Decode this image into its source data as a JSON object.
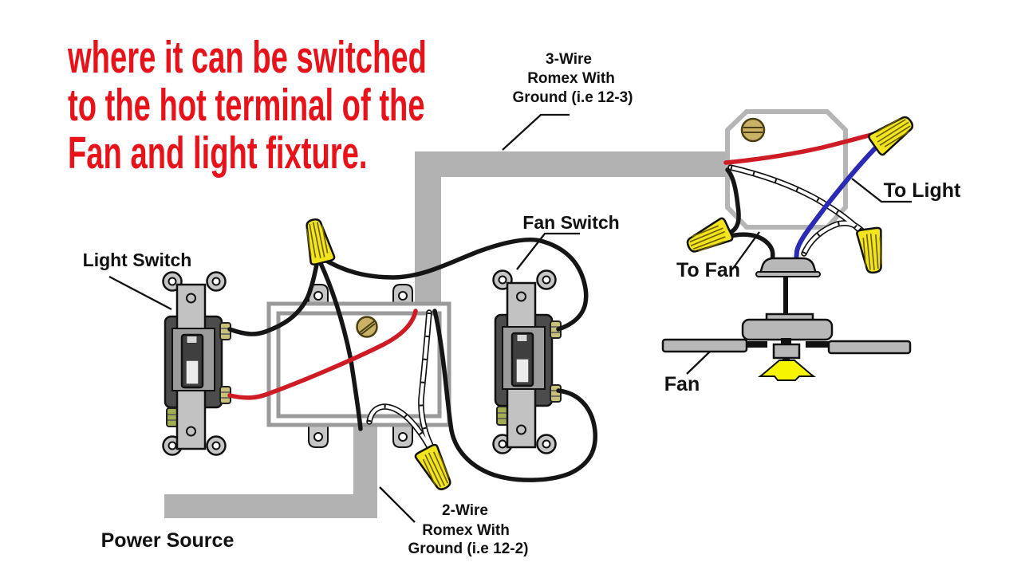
{
  "headline": {
    "line1": "where it can be switched",
    "line2": "to the hot terminal of the",
    "line3": "Fan and light fixture.",
    "color": "#e8121a"
  },
  "labels": {
    "three_wire_line1": "3-Wire",
    "three_wire_line2": "Romex With",
    "three_wire_line3": "Ground (i.e 12-3)",
    "two_wire_line1": "2-Wire",
    "two_wire_line2": "Romex With",
    "two_wire_line3": "Ground (i.e 12-2)",
    "light_switch": "Light Switch",
    "fan_switch": "Fan Switch",
    "to_light": "To Light",
    "to_fan": "To Fan",
    "fan": "Fan",
    "power_source": "Power Source"
  },
  "colors": {
    "hot_wire_red": "#ce1b24",
    "traveler_wire_blue": "#2a2ab5",
    "switched_wire_black": "#151515",
    "neutral_wire_white": "#ffffff",
    "conduit_gray": "#b2b2b2",
    "wire_nut_yellow": "#f2e51e",
    "light_glow_yellow": "#f6f400",
    "headline_red": "#e8121a"
  }
}
